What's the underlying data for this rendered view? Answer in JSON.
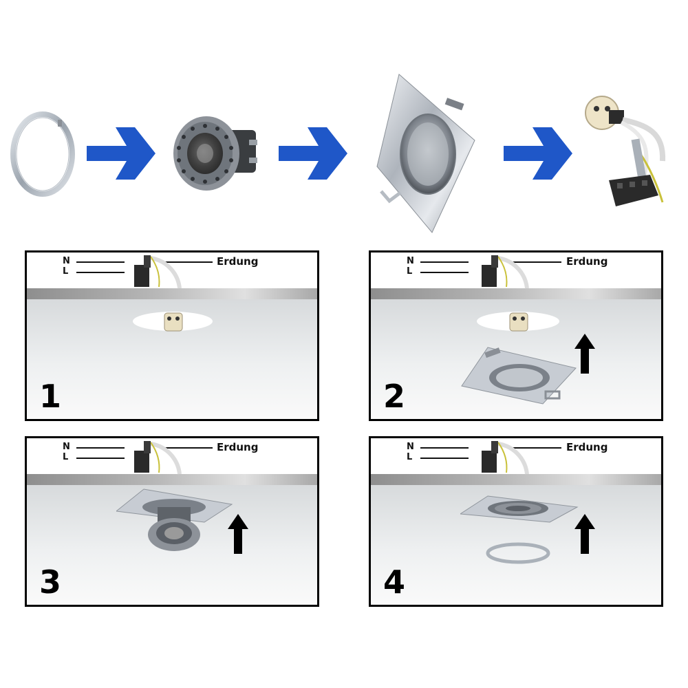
{
  "components": [
    {
      "name": "Mounting ring"
    },
    {
      "name": "LED bulb"
    },
    {
      "name": "Square frame"
    },
    {
      "name": "Socket"
    }
  ],
  "panels": [
    {
      "number": "1",
      "label_n": "N",
      "label_l": "L",
      "label_ground": "Erdung"
    },
    {
      "number": "2",
      "label_n": "N",
      "label_l": "L",
      "label_ground": "Erdung"
    },
    {
      "number": "3",
      "label_n": "N",
      "label_l": "L",
      "label_ground": "Erdung"
    },
    {
      "number": "4",
      "label_n": "N",
      "label_l": "L",
      "label_ground": "Erdung"
    }
  ],
  "colors": {
    "arrow_blue": "#1f57c8",
    "frame_border": "#000000",
    "ground_wire": "#c9c13a",
    "chrome": "#c7ccd3"
  },
  "icons": [
    "ring-icon",
    "led-bulb-icon",
    "square-frame-icon",
    "socket-icon",
    "right-arrow-icon",
    "up-arrow-icon"
  ]
}
